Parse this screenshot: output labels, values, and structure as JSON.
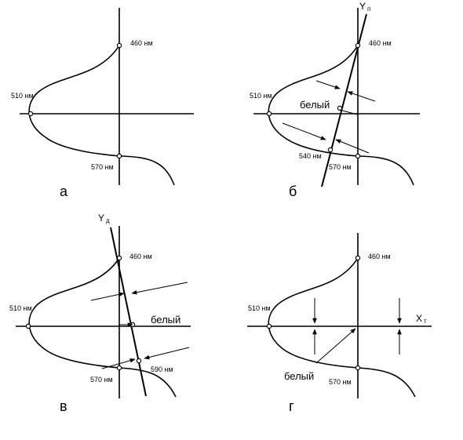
{
  "panels": [
    {
      "id": "a",
      "letter": "а",
      "labels": {
        "top": "460 нм",
        "left": "510 нм",
        "bottom": "570 нм"
      }
    },
    {
      "id": "b",
      "letter": "б",
      "axis_label": "Y",
      "axis_sub": "п",
      "labels": {
        "top": "460 нм",
        "left": "510 нм",
        "bottom": "570 нм",
        "extra": "540 нм"
      },
      "white": "белый"
    },
    {
      "id": "v",
      "letter": "в",
      "axis_label": "Y",
      "axis_sub": "д",
      "labels": {
        "top": "460 нм",
        "left": "510 нм",
        "bottom": "570 нм",
        "extra": "590 нм"
      },
      "white": "белый"
    },
    {
      "id": "g",
      "letter": "г",
      "axis_label": "X",
      "axis_sub": "т",
      "labels": {
        "top": "460 нм",
        "left": "510 нм",
        "bottom": "570 нм"
      },
      "white": "белый"
    }
  ]
}
